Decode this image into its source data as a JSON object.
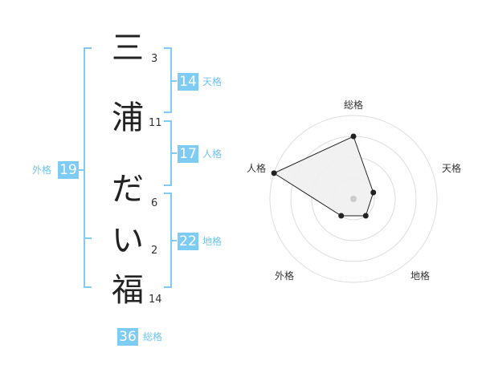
{
  "name": {
    "chars": [
      "三",
      "浦",
      "だ",
      "い",
      "福"
    ],
    "strokes": [
      "3",
      "11",
      "6",
      "2",
      "14"
    ]
  },
  "fortunes": {
    "tenkaku": {
      "value": "14",
      "label": "天格"
    },
    "jinkaku": {
      "value": "17",
      "label": "人格"
    },
    "chikaku": {
      "value": "22",
      "label": "地格"
    },
    "gaikaku": {
      "value": "19",
      "label": "外格"
    },
    "soukaku": {
      "value": "36",
      "label": "総格"
    }
  },
  "radar": {
    "axes": [
      "総格",
      "天格",
      "地格",
      "外格",
      "人格"
    ],
    "levels": 4,
    "values": [
      3,
      1,
      1,
      1,
      4
    ],
    "colors": {
      "accent": "#7ecbf4",
      "fill": "#f0f0f0",
      "grid": "#dddddd",
      "line": "#222222",
      "point": "#222222",
      "center": "#cccccc"
    }
  }
}
